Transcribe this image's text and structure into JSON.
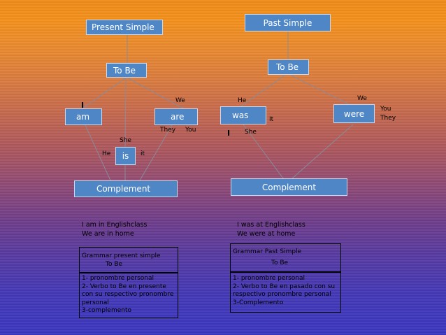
{
  "present": {
    "title": "Present Simple",
    "verb": "To Be",
    "am": "am",
    "are": "are",
    "is": "is",
    "complement": "Complement",
    "pronouns": {
      "i": "I",
      "we": "We",
      "they": "They",
      "you": "You",
      "she": "She",
      "he": "He",
      "it": "it"
    },
    "examples": [
      "I am in Englishclass",
      "We are in home"
    ],
    "grammar_title": [
      "Grammar present simple",
      "To  Be"
    ],
    "grammar_steps": [
      "1- pronombre personal",
      "2- Verbo to Be en presente",
      "con su respectivo pronombre",
      "personal",
      "3-complemento"
    ]
  },
  "past": {
    "title": "Past Simple",
    "verb": "To Be",
    "was": "was",
    "were": "were",
    "complement": "Complement",
    "pronouns": {
      "he": "He",
      "it": "It",
      "i": "I",
      "she": "She",
      "we": "We",
      "you": "You",
      "they": "They"
    },
    "examples": [
      "I was at Englishclass",
      "We were at home"
    ],
    "grammar_title": [
      "Grammar Past Simple",
      "To  Be"
    ],
    "grammar_steps": [
      "1- pronombre personal",
      "2- Verbo to Be en pasado  con su",
      "respectivo pronombre personal",
      "3-Complemento"
    ]
  }
}
